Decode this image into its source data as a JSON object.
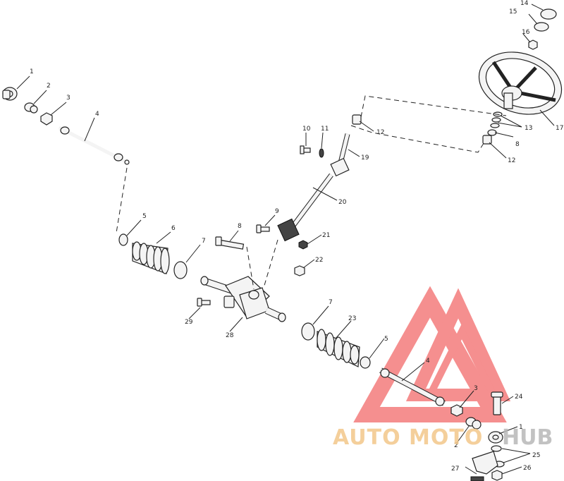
{
  "callouts": {
    "c1": "1",
    "c2": "2",
    "c3": "3",
    "c4": "4",
    "c5": "5",
    "c6": "6",
    "c7": "7",
    "c8": "8",
    "c9": "9",
    "c10": "10",
    "c11": "11",
    "c12": "12",
    "c13": "13",
    "c14": "14",
    "c15": "15",
    "c16": "16",
    "c17": "17",
    "c19": "19",
    "c20": "20",
    "c21": "21",
    "c22": "22",
    "c23": "23",
    "c24": "24",
    "c25": "25",
    "c26": "26",
    "c27": "27",
    "c28": "28",
    "c29": "29"
  },
  "watermark": {
    "auto": "AUTO",
    "moto": "MOTO",
    "hub": "HUB",
    "logo_color": "#f26a6a",
    "auto_color": "#f3c78a",
    "hub_color": "#b8b8b8"
  }
}
